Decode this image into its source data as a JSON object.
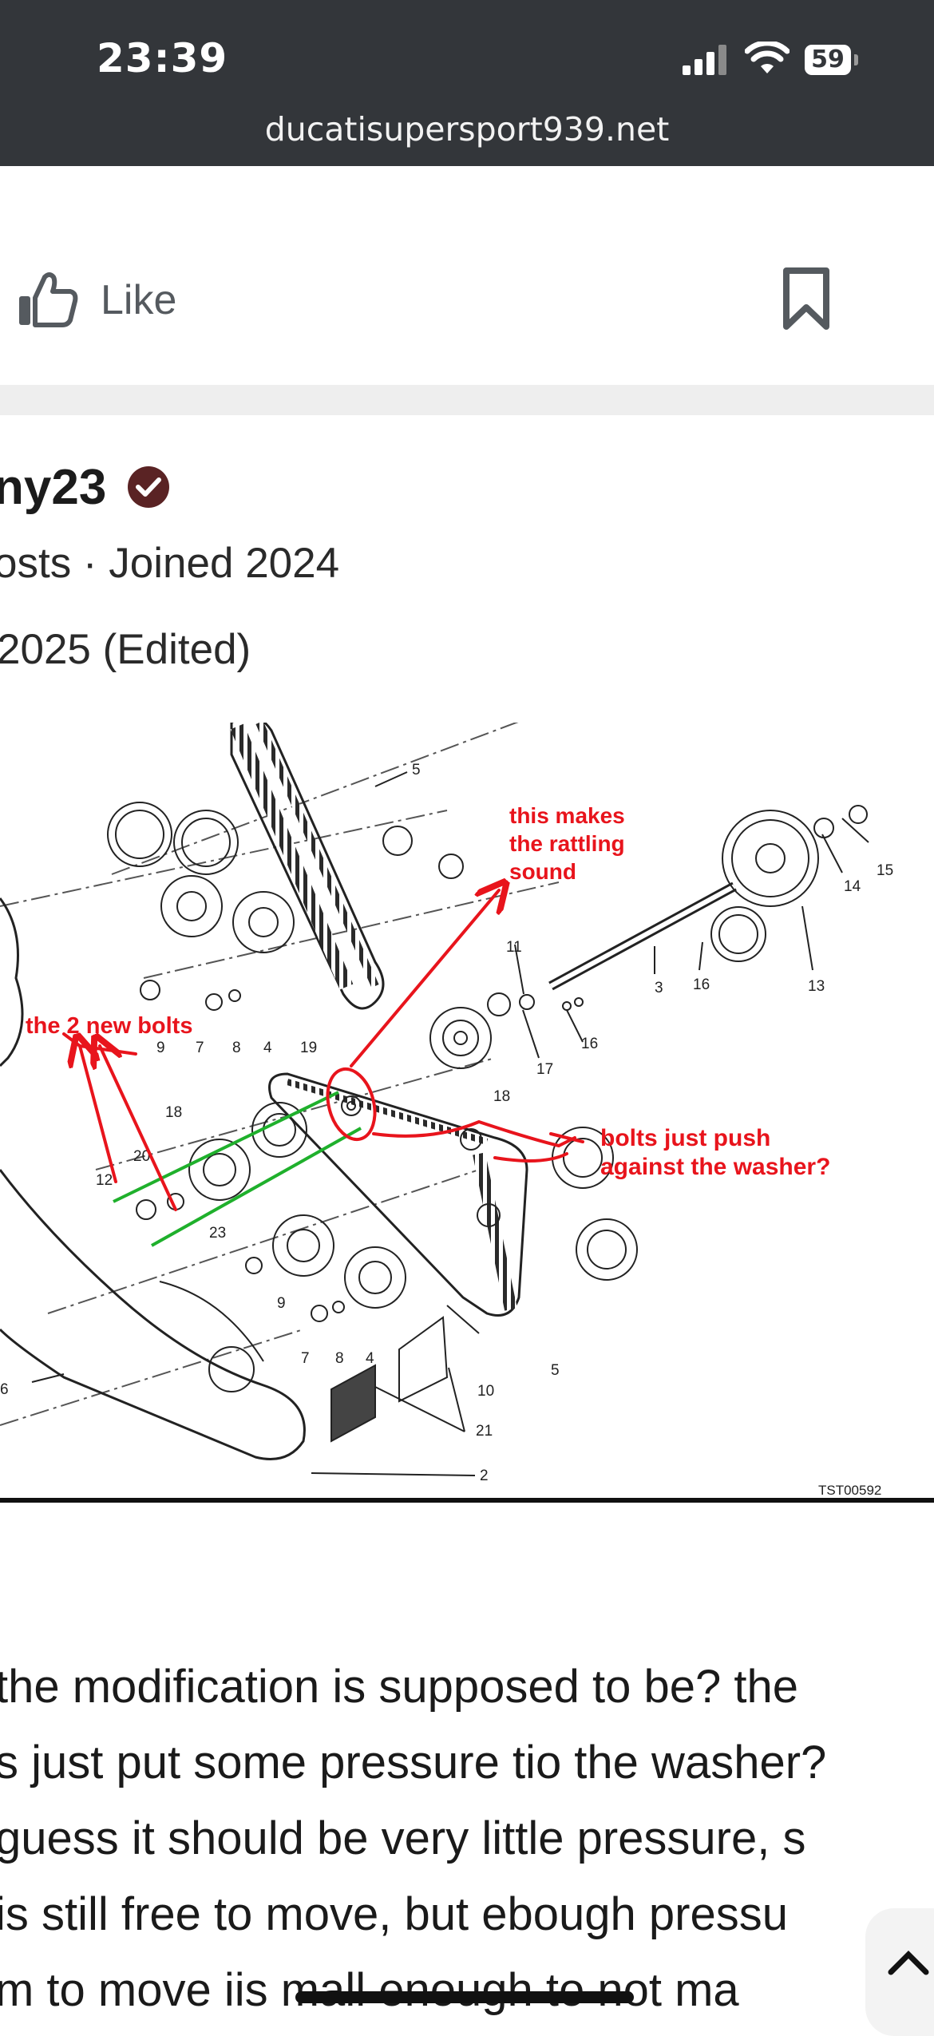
{
  "status_bar": {
    "time": "23:39",
    "battery": "59",
    "url": "ducatisupersport939.net"
  },
  "actions": {
    "like_label": "Like"
  },
  "post": {
    "author": "ny23",
    "meta": "osts · Joined 2024",
    "date": "2025 (Edited)",
    "body_lines": [
      "the modification is supposed to be? the",
      "s just put some pressure tio the washer?",
      "guess it should be very little pressure, s",
      " is still free to move, but ebough pressu",
      "m to move iis mall enough to not ma"
    ]
  },
  "diagram": {
    "annotations": {
      "rattle": [
        "this makes",
        "the rattling",
        "sound"
      ],
      "new_bolts": "the 2 new bolts",
      "push": [
        "bolts just push",
        "against the washer?"
      ]
    },
    "part_numbers": [
      "5",
      "15",
      "14",
      "13",
      "16",
      "3",
      "16",
      "17",
      "11",
      "18",
      "19",
      "4",
      "8",
      "7",
      "9",
      "18",
      "20",
      "12",
      "23",
      "9",
      "7",
      "8",
      "4",
      "5",
      "10",
      "21",
      "2",
      "6"
    ],
    "code": "TST00592",
    "annotation_color": "#e8141c",
    "highlight_color": "#1fb02c"
  }
}
